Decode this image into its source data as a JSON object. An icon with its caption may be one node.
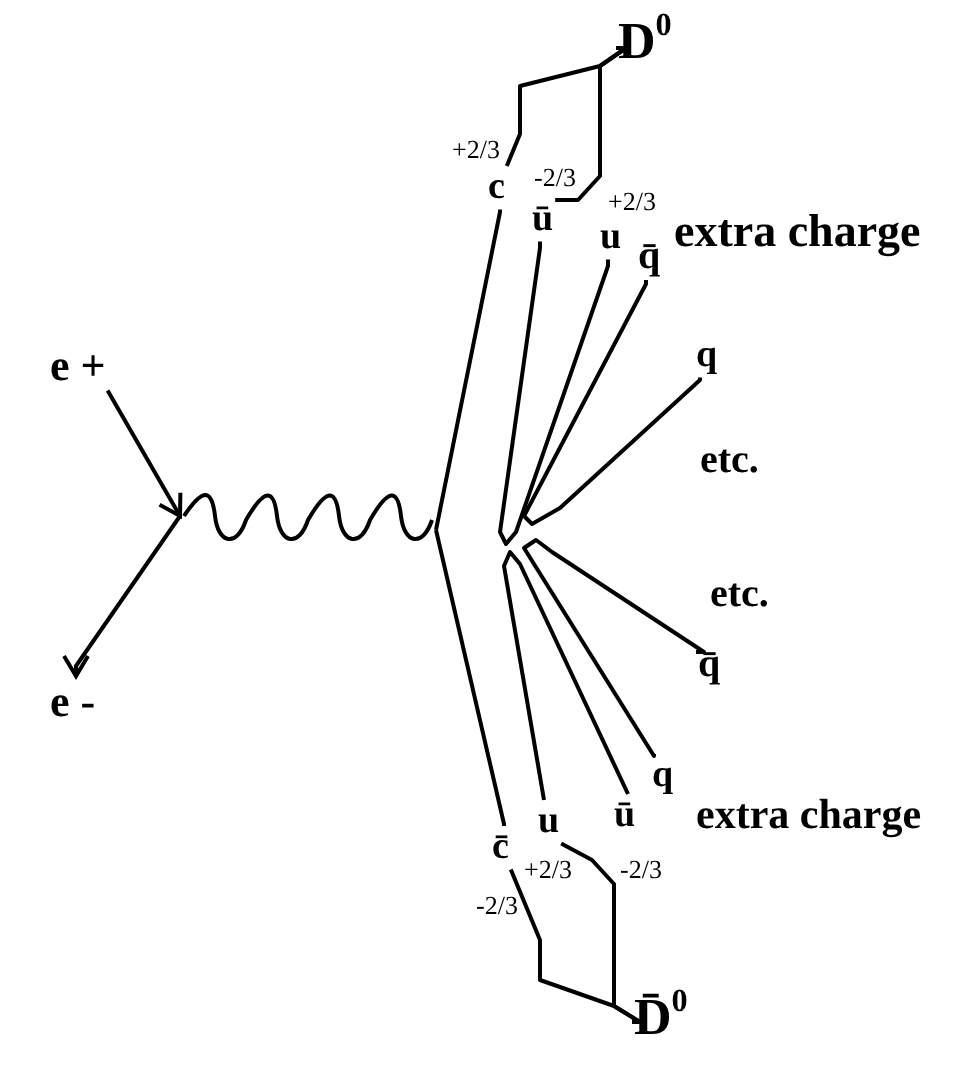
{
  "diagram": {
    "nodes": [
      {
        "text": [
          "e +"
        ]
      },
      {
        "text": [
          "e -"
        ]
      },
      {
        "text": [
          "c"
        ],
        "beside": [
          "+2/3"
        ]
      },
      {
        "text": [
          "ū"
        ],
        "beside": [
          "-2/3"
        ]
      },
      {
        "text": [
          "u"
        ],
        "beside": [
          "+2/3"
        ]
      },
      {
        "text": [
          "q̄"
        ]
      },
      {
        "text": [
          "q"
        ]
      },
      {
        "text": [
          "D$^{0}$"
        ]
      },
      {
        "text": [
          "c̄"
        ],
        "beside": [
          "-2/3"
        ]
      },
      {
        "text": [
          "u"
        ],
        "beside": [
          "+2/3"
        ]
      },
      {
        "text": [
          "ū"
        ],
        "beside": [
          "-2/3"
        ]
      },
      {
        "text": [
          "q"
        ]
      },
      {
        "text": [
          "q̄"
        ]
      },
      {
        "text": [
          "D̄$^{0}$"
        ]
      }
    ],
    "edges": [
      {
        "from": 0,
        "to": null,
        "arrow": "to"
      },
      {
        "from": null,
        "to": 1,
        "arrow": "to"
      },
      {
        "from": null,
        "to": 2,
        "arrow": "none"
      },
      {
        "from": 3,
        "to": 4,
        "arrow": "none"
      },
      {
        "from": 5,
        "to": 6,
        "arrow": "none"
      },
      {
        "from": 2,
        "to": 7,
        "arrow": "none"
      },
      {
        "from": 3,
        "to": 7,
        "arrow": "none"
      },
      {
        "from": null,
        "to": 8,
        "arrow": "none"
      },
      {
        "from": 9,
        "to": 10,
        "arrow": "none"
      },
      {
        "from": 11,
        "to": 12,
        "arrow": "none"
      },
      {
        "from": 8,
        "to": 13,
        "arrow": "none"
      },
      {
        "from": 9,
        "to": 13,
        "arrow": "none"
      }
    ],
    "labels": [
      "extra charge",
      "etc.",
      "etc.",
      "extra charge"
    ]
  }
}
